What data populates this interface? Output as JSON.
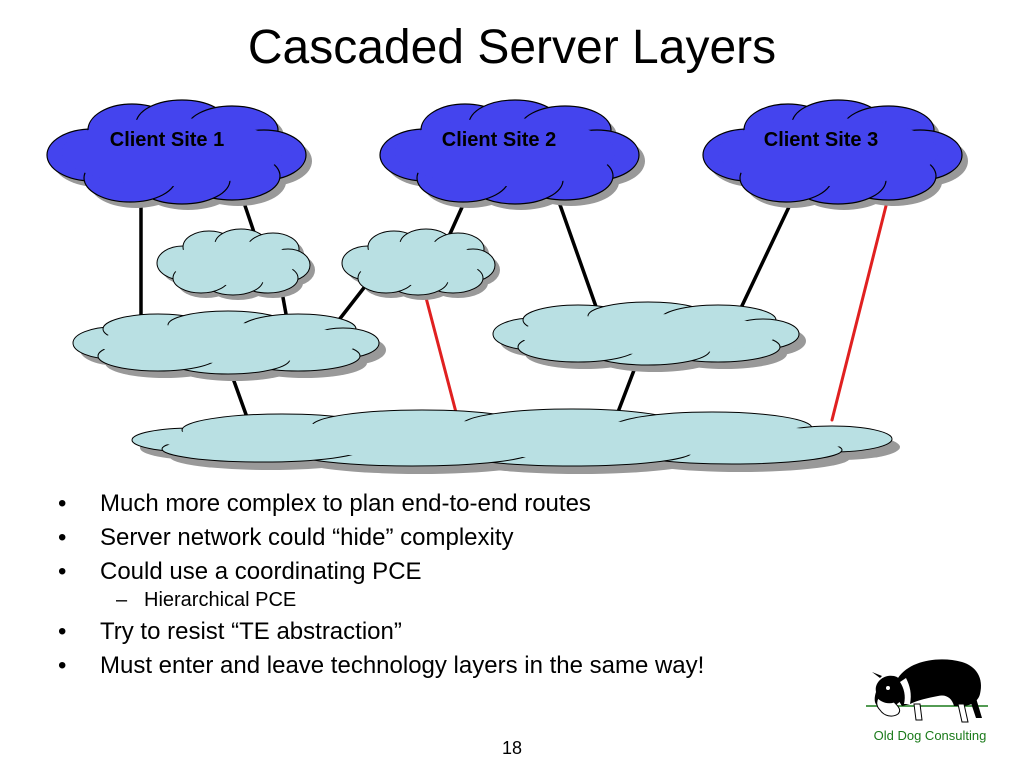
{
  "slide": {
    "title": "Cascaded Server Layers",
    "page_number": "18"
  },
  "diagram": {
    "client_sites": [
      {
        "label": "Client Site 1"
      },
      {
        "label": "Client Site 2"
      },
      {
        "label": "Client Site 3"
      }
    ],
    "colors": {
      "client_cloud_fill": "#4444ee",
      "server_cloud_fill": "#b9e0e3",
      "cloud_shadow": "#999999",
      "link_normal": "#000000",
      "link_highlight": "#e02020"
    }
  },
  "bullets": [
    {
      "level": 1,
      "text": "Much more complex to plan end-to-end routes"
    },
    {
      "level": 1,
      "text": "Server network could “hide” complexity"
    },
    {
      "level": 1,
      "text": "Could use a coordinating PCE"
    },
    {
      "level": 2,
      "text": "Hierarchical PCE"
    },
    {
      "level": 1,
      "text": "Try to resist “TE abstraction”"
    },
    {
      "level": 1,
      "text": "Must enter and leave technology layers in the same way!"
    }
  ],
  "logo": {
    "caption": "Old Dog Consulting",
    "icon": "sheepdog-icon",
    "color": "#1a7a1a"
  }
}
